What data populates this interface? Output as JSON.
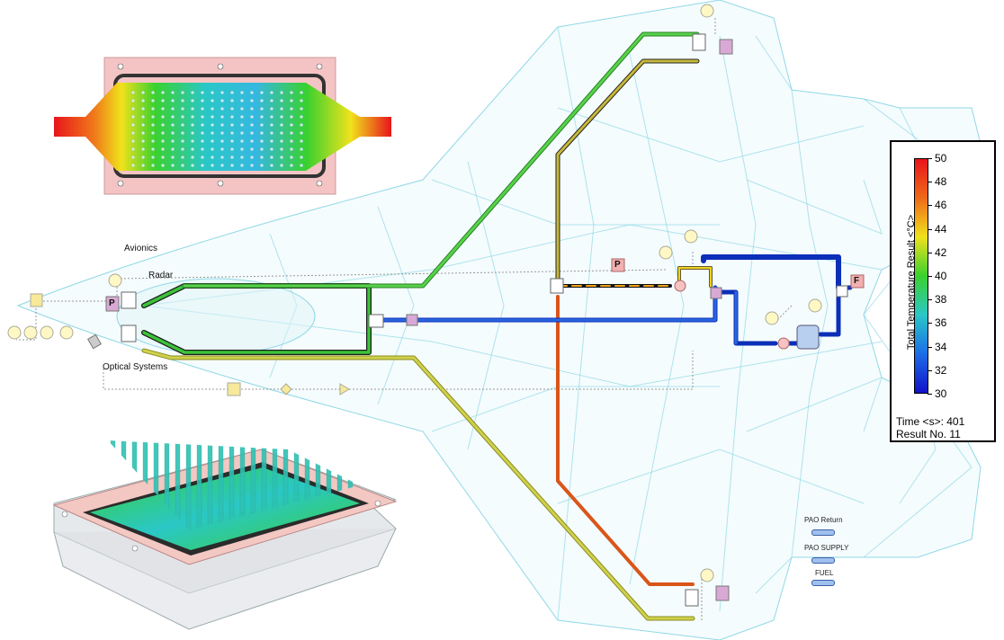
{
  "labels": {
    "avionics": "Avionics",
    "radar": "Radar",
    "optical_systems": "Optical Systems"
  },
  "legend": {
    "title": "Total Temperature Result <°C>",
    "ticks": [
      "50",
      "48",
      "46",
      "44",
      "42",
      "40",
      "38",
      "36",
      "34",
      "32",
      "30"
    ],
    "time_label": "Time <s>: 401",
    "result_label": "Result No. 11",
    "gradient_colors": [
      "#e8141b",
      "#ef6a1a",
      "#f0e21c",
      "#3ad12e",
      "#2ac7c7",
      "#1c6de8",
      "#1212c9"
    ]
  },
  "line_key": [
    {
      "label": "PAO Return"
    },
    {
      "label": "PAO SUPPLY"
    },
    {
      "label": "FUEL"
    }
  ],
  "components": {
    "pressure_source_label": "P",
    "flow_source_label": "F",
    "avionics_pressure_label": "P"
  },
  "colors": {
    "mesh": "#8fd8e6",
    "pipe_hot": "#e8641c",
    "pipe_warm": "#cfd14a",
    "pipe_green": "#3cc33a",
    "pipe_blue": "#1a4fd8",
    "pipe_dark_blue": "#0b2fb8"
  }
}
